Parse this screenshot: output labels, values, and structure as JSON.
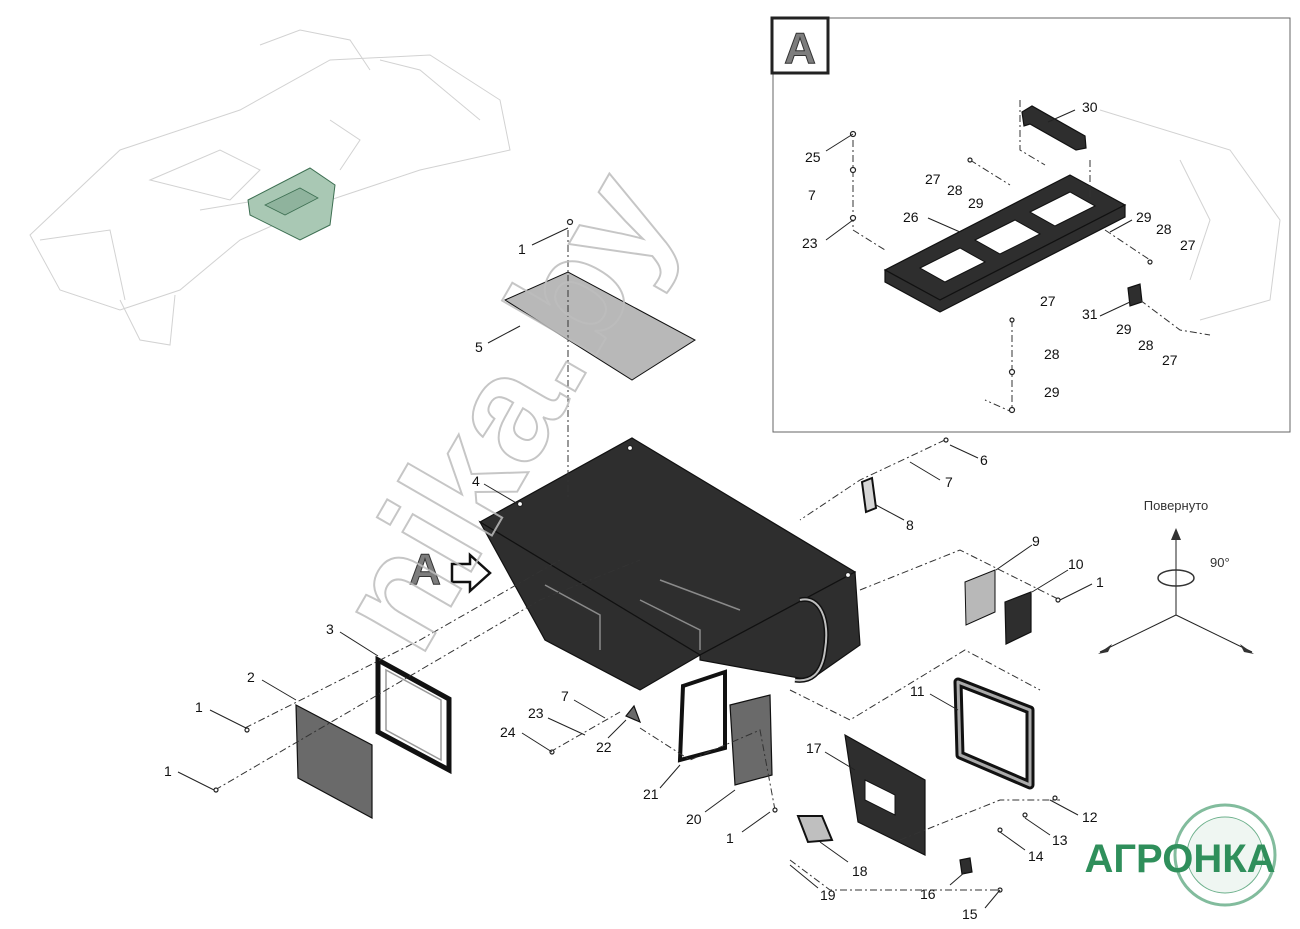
{
  "detail_view": {
    "tag": "A"
  },
  "view_arrow": {
    "tag": "A"
  },
  "rotation": {
    "caption": "Повернуто",
    "angle": "90°"
  },
  "watermark": {
    "text": "nika.by"
  },
  "logo": {
    "text": "АГРОНКА"
  },
  "callouts": {
    "c1": "1",
    "c2": "2",
    "c3": "3",
    "c4": "4",
    "c5": "5",
    "c6": "6",
    "c7": "7",
    "c8": "8",
    "c9": "9",
    "c10": "10",
    "c11": "11",
    "c12": "12",
    "c13": "13",
    "c14": "14",
    "c15": "15",
    "c16": "16",
    "c17": "17",
    "c18": "18",
    "c19": "19",
    "c20": "20",
    "c21": "21",
    "c22": "22",
    "c23": "23",
    "c24": "24",
    "c25": "25",
    "c26": "26",
    "c27": "27",
    "c28": "28",
    "c29": "29",
    "c30": "30",
    "c31": "31"
  }
}
